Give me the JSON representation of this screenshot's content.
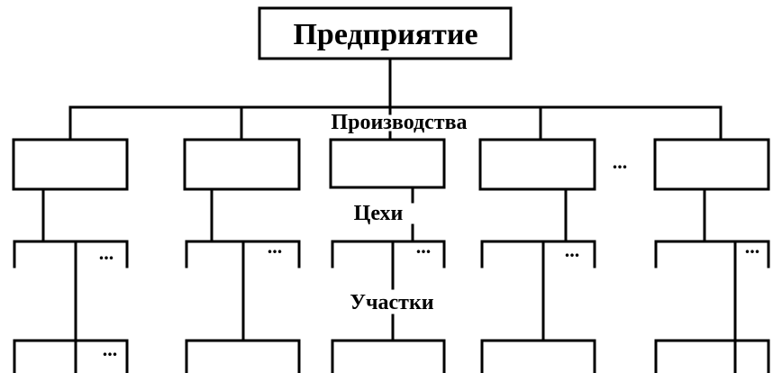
{
  "root": {
    "label": "Предприятие"
  },
  "levels": {
    "productions": "Производства",
    "workshops": "Цехи",
    "sections": "Участки"
  },
  "ellipsis": "..."
}
